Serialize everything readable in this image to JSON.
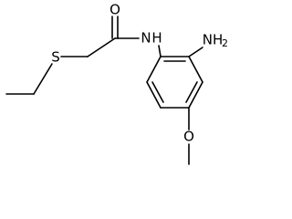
{
  "molecule": {
    "atoms": {
      "oxygen_carbonyl": "O",
      "nitrogen_amide": "N",
      "hydrogen_amide": "H",
      "amino": "NH",
      "amino_subscript": "2",
      "sulfur": "S",
      "oxygen_methoxy": "O"
    }
  },
  "colors": {
    "bond": "#000000",
    "label": "#000000",
    "background": "#ffffff"
  }
}
